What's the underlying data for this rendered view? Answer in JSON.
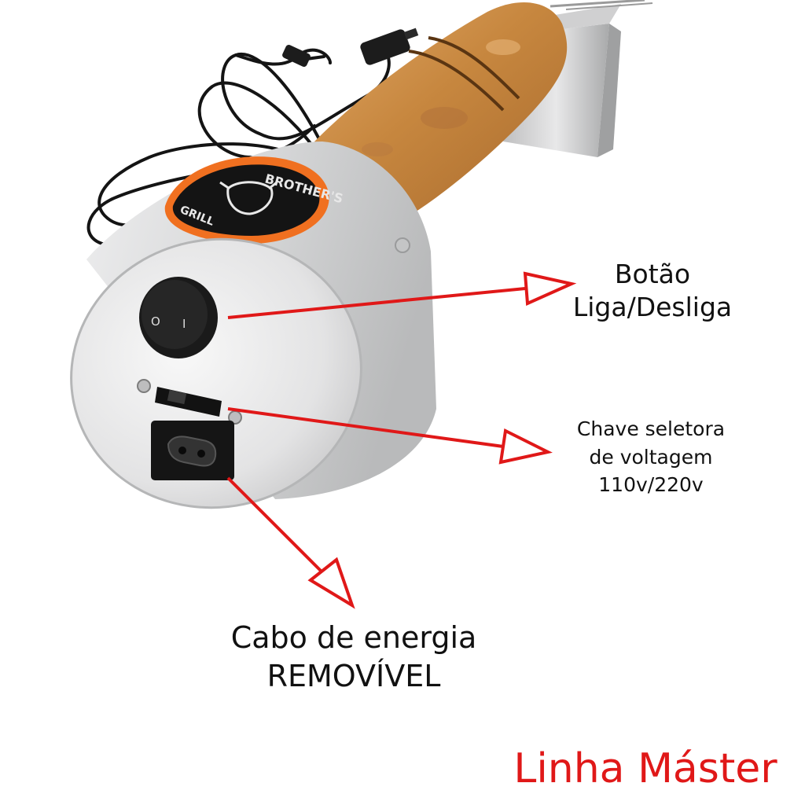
{
  "product": {
    "logo_text_top": "BROTHER'S",
    "logo_text_bottom": "GRILL",
    "switch_symbols": [
      "O",
      "I"
    ]
  },
  "callouts": {
    "power_button": {
      "lines": [
        "Botão",
        "Liga/Desliga"
      ]
    },
    "voltage_switch": {
      "lines": [
        "Chave seletora",
        "de voltagem",
        "110v/220v"
      ]
    },
    "power_cable": {
      "lines": [
        "Cabo de energia",
        "REMOVÍVEL"
      ]
    }
  },
  "brand_line": "Linha Máster",
  "colors": {
    "arrow": "#e01818",
    "brand_text": "#e01818",
    "label_text": "#111111",
    "handle_wood": "#c98a45",
    "body_metal": "#d9dadb",
    "logo_ring": "#f07020"
  }
}
